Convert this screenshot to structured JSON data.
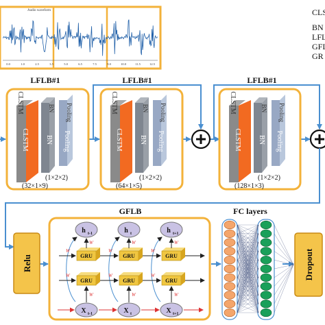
{
  "waveform": {
    "title": "Audio waveform",
    "ticks": [
      "0.0",
      "1.0",
      "2.5",
      "3.5",
      "5.0",
      "6.5",
      "7.5",
      "9.0",
      "10.0",
      "11.5",
      "12.5"
    ]
  },
  "legend": [
    "CLS",
    "BN",
    "LFL",
    "GFL",
    "GR"
  ],
  "lflb_blocks": [
    {
      "title": "LFLB#1",
      "shape": "(32×1×9)",
      "pool": "(1×2×2)",
      "clstm_label": "CLSTM",
      "bn_label": "BN",
      "pool_label": "Pooling"
    },
    {
      "title": "LFLB#1",
      "shape": "(64×1×5)",
      "pool": "(1×2×2)",
      "clstm_label": "CLSTM",
      "bn_label": "BN",
      "pool_label": "Pooling"
    },
    {
      "title": "LFLB#1",
      "shape": "(128×1×3)",
      "pool": "(1×2×2)",
      "clstm_label": "CLSTM",
      "bn_label": "BN",
      "pool_label": "Pooling"
    }
  ],
  "relu_label": "Relu",
  "gflb": {
    "title": "GFLB",
    "h_labels": [
      "h<sub>t-1</sub>",
      "h<sub>t</sub>",
      "h<sub>t+1</sub>"
    ],
    "h_main": [
      "h",
      "h",
      "h"
    ],
    "h_sub": [
      "t-1",
      "t",
      "t+1"
    ],
    "x_main": [
      "X",
      "X",
      "X"
    ],
    "x_sub": [
      "t-1",
      "t",
      "t+1"
    ],
    "gru_label": "GRU",
    "w_labels": {
      "w2": "W",
      "w3": "W",
      "w1": "W",
      "w4": "W"
    }
  },
  "fc_label": "FC layers",
  "dropout_label": "Dropout",
  "colors": {
    "frame": "#f3b23a",
    "arrow": "#4a8fd0",
    "clstm_front": "#8a8a8a",
    "orange": "#f26a21",
    "bn": "#9aa0a8",
    "pool": "#b9c7dc",
    "fc1": "#f4a66c",
    "fc2": "#1aa05a",
    "gru": "#f0c640",
    "node": "#c9c2e4"
  }
}
